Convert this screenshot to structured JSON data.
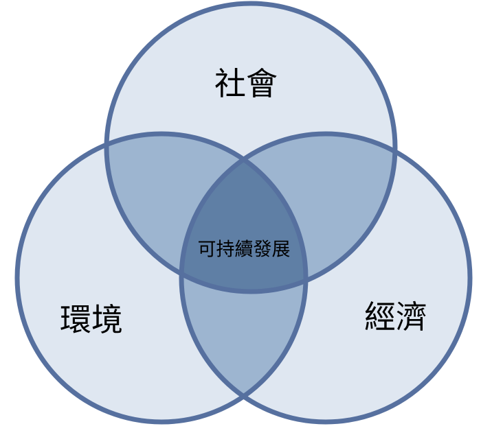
{
  "diagram": {
    "type": "venn",
    "sets": [
      {
        "id": "society",
        "label": "社會"
      },
      {
        "id": "environment",
        "label": "環境"
      },
      {
        "id": "economy",
        "label": "經濟"
      }
    ],
    "center_label": "可持續發展",
    "colors": {
      "circle_fill": "#dfe7f1",
      "pair_overlap": "#9db5d0",
      "triple_overlap": "#5f7fa5",
      "stroke": "#56709f"
    }
  }
}
